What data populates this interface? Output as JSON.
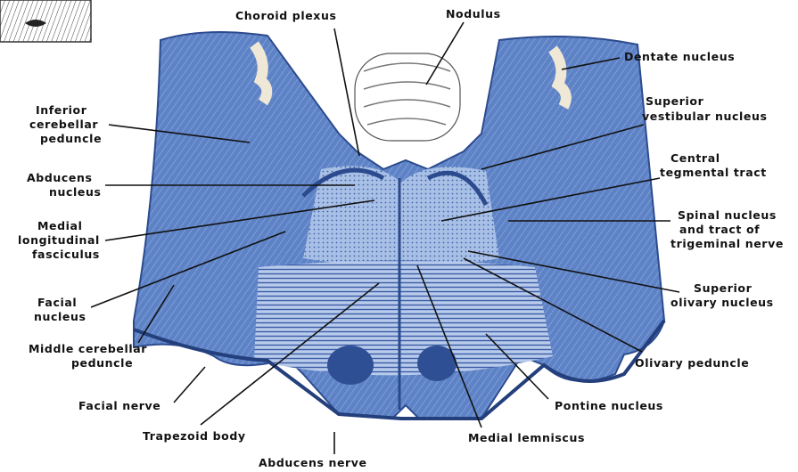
{
  "colors": {
    "background": "#ffffff",
    "tissue_base": "#5b7fc2",
    "tissue_light": "#c7d6ee",
    "tissue_dark": "#2f4f94",
    "nucleus_pale": "#e8e2cf",
    "label_text": "#111111"
  },
  "thumbnail_icon": "brainstem-section-thumbnail-icon",
  "labels": {
    "choroid_plexus": "Choroid plexus",
    "nodulus": "Nodulus",
    "dentate_nucleus": "Dentate nucleus",
    "inferior_cerebellar_peduncle": [
      "Inferior",
      "cerebellar",
      "peduncle"
    ],
    "superior_vestibular_nucleus": [
      "Superior",
      "vestibular nucleus"
    ],
    "abducens_nucleus": [
      "Abducens",
      "nucleus"
    ],
    "central_tegmental_tract": [
      "Central",
      "tegmental tract"
    ],
    "medial_longitudinal_fasciculus": [
      "Medial",
      "longitudinal",
      "fasciculus"
    ],
    "spinal_nucleus_trigeminal": [
      "Spinal nucleus",
      "and tract of",
      "trigeminal nerve"
    ],
    "facial_nucleus": [
      "Facial",
      "nucleus"
    ],
    "superior_olivary_nucleus": [
      "Superior",
      "olivary nucleus"
    ],
    "middle_cerebellar_peduncle": [
      "Middle cerebellar",
      "peduncle"
    ],
    "olivary_peduncle": "Olivary peduncle",
    "facial_nerve": "Facial nerve",
    "pontine_nucleus": "Pontine nucleus",
    "trapezoid_body": "Trapezoid body",
    "medial_lemniscus": "Medial lemniscus",
    "abducens_nerve": "Abducens nerve"
  }
}
